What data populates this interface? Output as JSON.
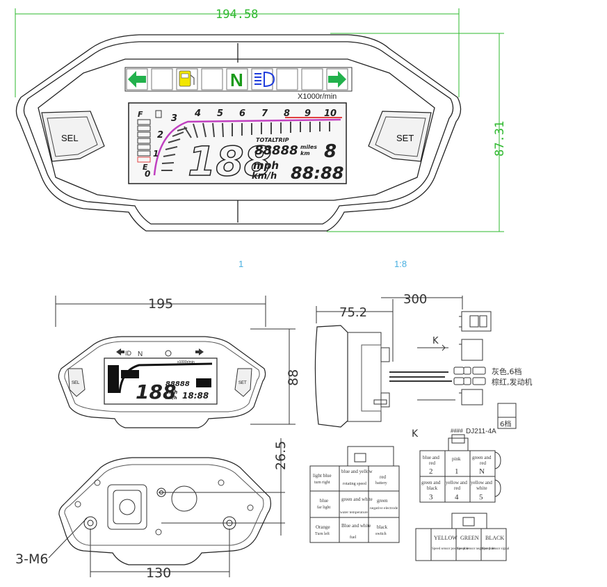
{
  "top_view": {
    "width_dim": "194.58",
    "height_dim": "87.31",
    "rpm_unit": "X1000r/min",
    "sel_label": "SEL",
    "set_label": "SET",
    "neutral_label": "N",
    "rpm_ticks": [
      "3",
      "4",
      "5",
      "6",
      "7",
      "8",
      "9",
      "10"
    ],
    "lowrpm_ticks": [
      "2",
      "1",
      "0"
    ],
    "speed_digits": "188",
    "odometer_digits": "88888",
    "totaltrip_label": "TOTALTRIP",
    "miles_label": "miles",
    "km_label": "km",
    "mph_label": "mph",
    "kmh_label": "km/h",
    "clock_digits": "88:88",
    "fuel_f": "F",
    "fuel_e": "E",
    "gear_digit": "8"
  },
  "captions": {
    "left": "1",
    "right": "1:8"
  },
  "front_view": {
    "width_dim": "195",
    "height_dim": "88",
    "sel_label": "SEL",
    "set_label": "SET",
    "neutral_label": "N",
    "rpm_unit": "x1000r/min",
    "speed_digits": "188",
    "clock_digits": "18:88",
    "odometer_digits": "88888",
    "mph_label": "mph",
    "kmh_label": "km/h"
  },
  "side_view": {
    "depth_dim": "75.2",
    "cable_dim": "300",
    "k_label": "K",
    "wire_label_1": "灰色,6档",
    "wire_label_2": "棕红,发动机"
  },
  "connector_box": {
    "label": "6档"
  },
  "connector_k": {
    "k_label": "K",
    "part_number": "DJ211-4A",
    "part_prefix": "####",
    "cells": [
      {
        "line1": "blue and",
        "line2": "red",
        "pin": "2"
      },
      {
        "line1": "pink",
        "line2": "",
        "pin": "1"
      },
      {
        "line1": "green and",
        "line2": "red",
        "pin": "N"
      },
      {
        "line1": "green and",
        "line2": "black",
        "pin": "3"
      },
      {
        "line1": "yellow and",
        "line2": "red",
        "pin": "4"
      },
      {
        "line1": "yellow and",
        "line2": "white",
        "pin": "5"
      }
    ]
  },
  "connector_main": {
    "cells": [
      {
        "name": "light blue",
        "desc": "turn right"
      },
      {
        "name": "blue and yellow",
        "desc": "rotating speed"
      },
      {
        "name": "red",
        "desc": "battery"
      },
      {
        "name": "blue",
        "desc": "far light"
      },
      {
        "name": "green and white",
        "desc": "water temperature"
      },
      {
        "name": "green",
        "desc": "negative electrode"
      },
      {
        "name": "Orange",
        "desc": "Turn left"
      },
      {
        "name": "Blue and white",
        "desc": "fuel"
      },
      {
        "name": "black",
        "desc": "switch"
      }
    ]
  },
  "connector_speed": {
    "cells": [
      {
        "name": "YELLOW",
        "desc": "Speed sensor positive pole"
      },
      {
        "name": "GREEN",
        "desc": "Speed sensor negative pole"
      },
      {
        "name": "BLACK",
        "desc": "Speed sensor signal"
      }
    ]
  },
  "back_view": {
    "width_dim": "130",
    "height_dim": "26.5",
    "mount_label": "3-M6"
  },
  "colors": {
    "dimension_green": "#2db82d",
    "turn_arrow_green": "#22b14c",
    "fuel_yellow": "#f2e600",
    "beam_blue": "#1e3cdc",
    "neutral_green": "#1a9a1a",
    "rpm_arc_magenta": "#c040c0",
    "redline": "#e04040",
    "caption_cyan": "#4ab0e0"
  }
}
